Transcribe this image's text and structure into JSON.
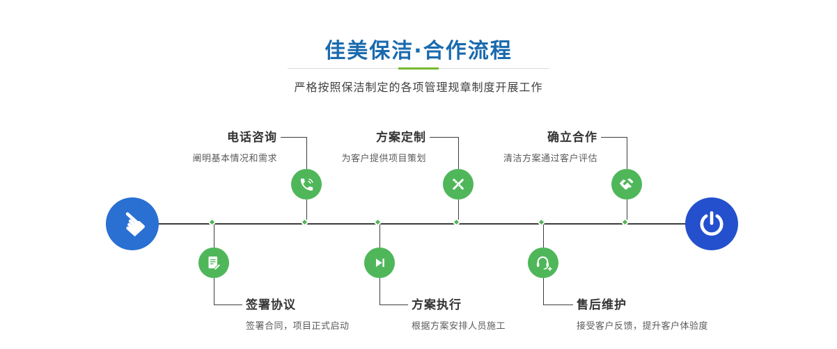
{
  "header": {
    "title": "佳美保洁·合作流程",
    "subtitle": "严格按照保洁制定的各项管理规章制度开展工作"
  },
  "timeline": {
    "start_icon": "pointer-hand-icon",
    "end_icon": "power-icon"
  },
  "steps": [
    {
      "title": "电话咨询",
      "desc": "阐明基本情况和需求",
      "icon": "phone-icon",
      "position": "top"
    },
    {
      "title": "方案定制",
      "desc": "为客户提供项目策划",
      "icon": "design-tools-icon",
      "position": "top"
    },
    {
      "title": "确立合作",
      "desc": "清洁方案通过客户评估",
      "icon": "handshake-icon",
      "position": "top"
    },
    {
      "title": "签署协议",
      "desc": "签署合同，项目正式启动",
      "icon": "contract-icon",
      "position": "bottom"
    },
    {
      "title": "方案执行",
      "desc": "根据方案安排人员施工",
      "icon": "play-icon",
      "position": "bottom"
    },
    {
      "title": "售后维护",
      "desc": "接受客户反馈，提升客户体验度",
      "icon": "headset-support-icon",
      "position": "bottom"
    }
  ],
  "colors": {
    "title_blue": "#1a6aae",
    "accent_green": "#4fb75a",
    "diamond_green": "#55b357",
    "underline_green": "#76b82e",
    "node_blue_start": "#2a70d2",
    "node_blue_end": "#2450cd",
    "line_dark": "#3b3b3b"
  }
}
